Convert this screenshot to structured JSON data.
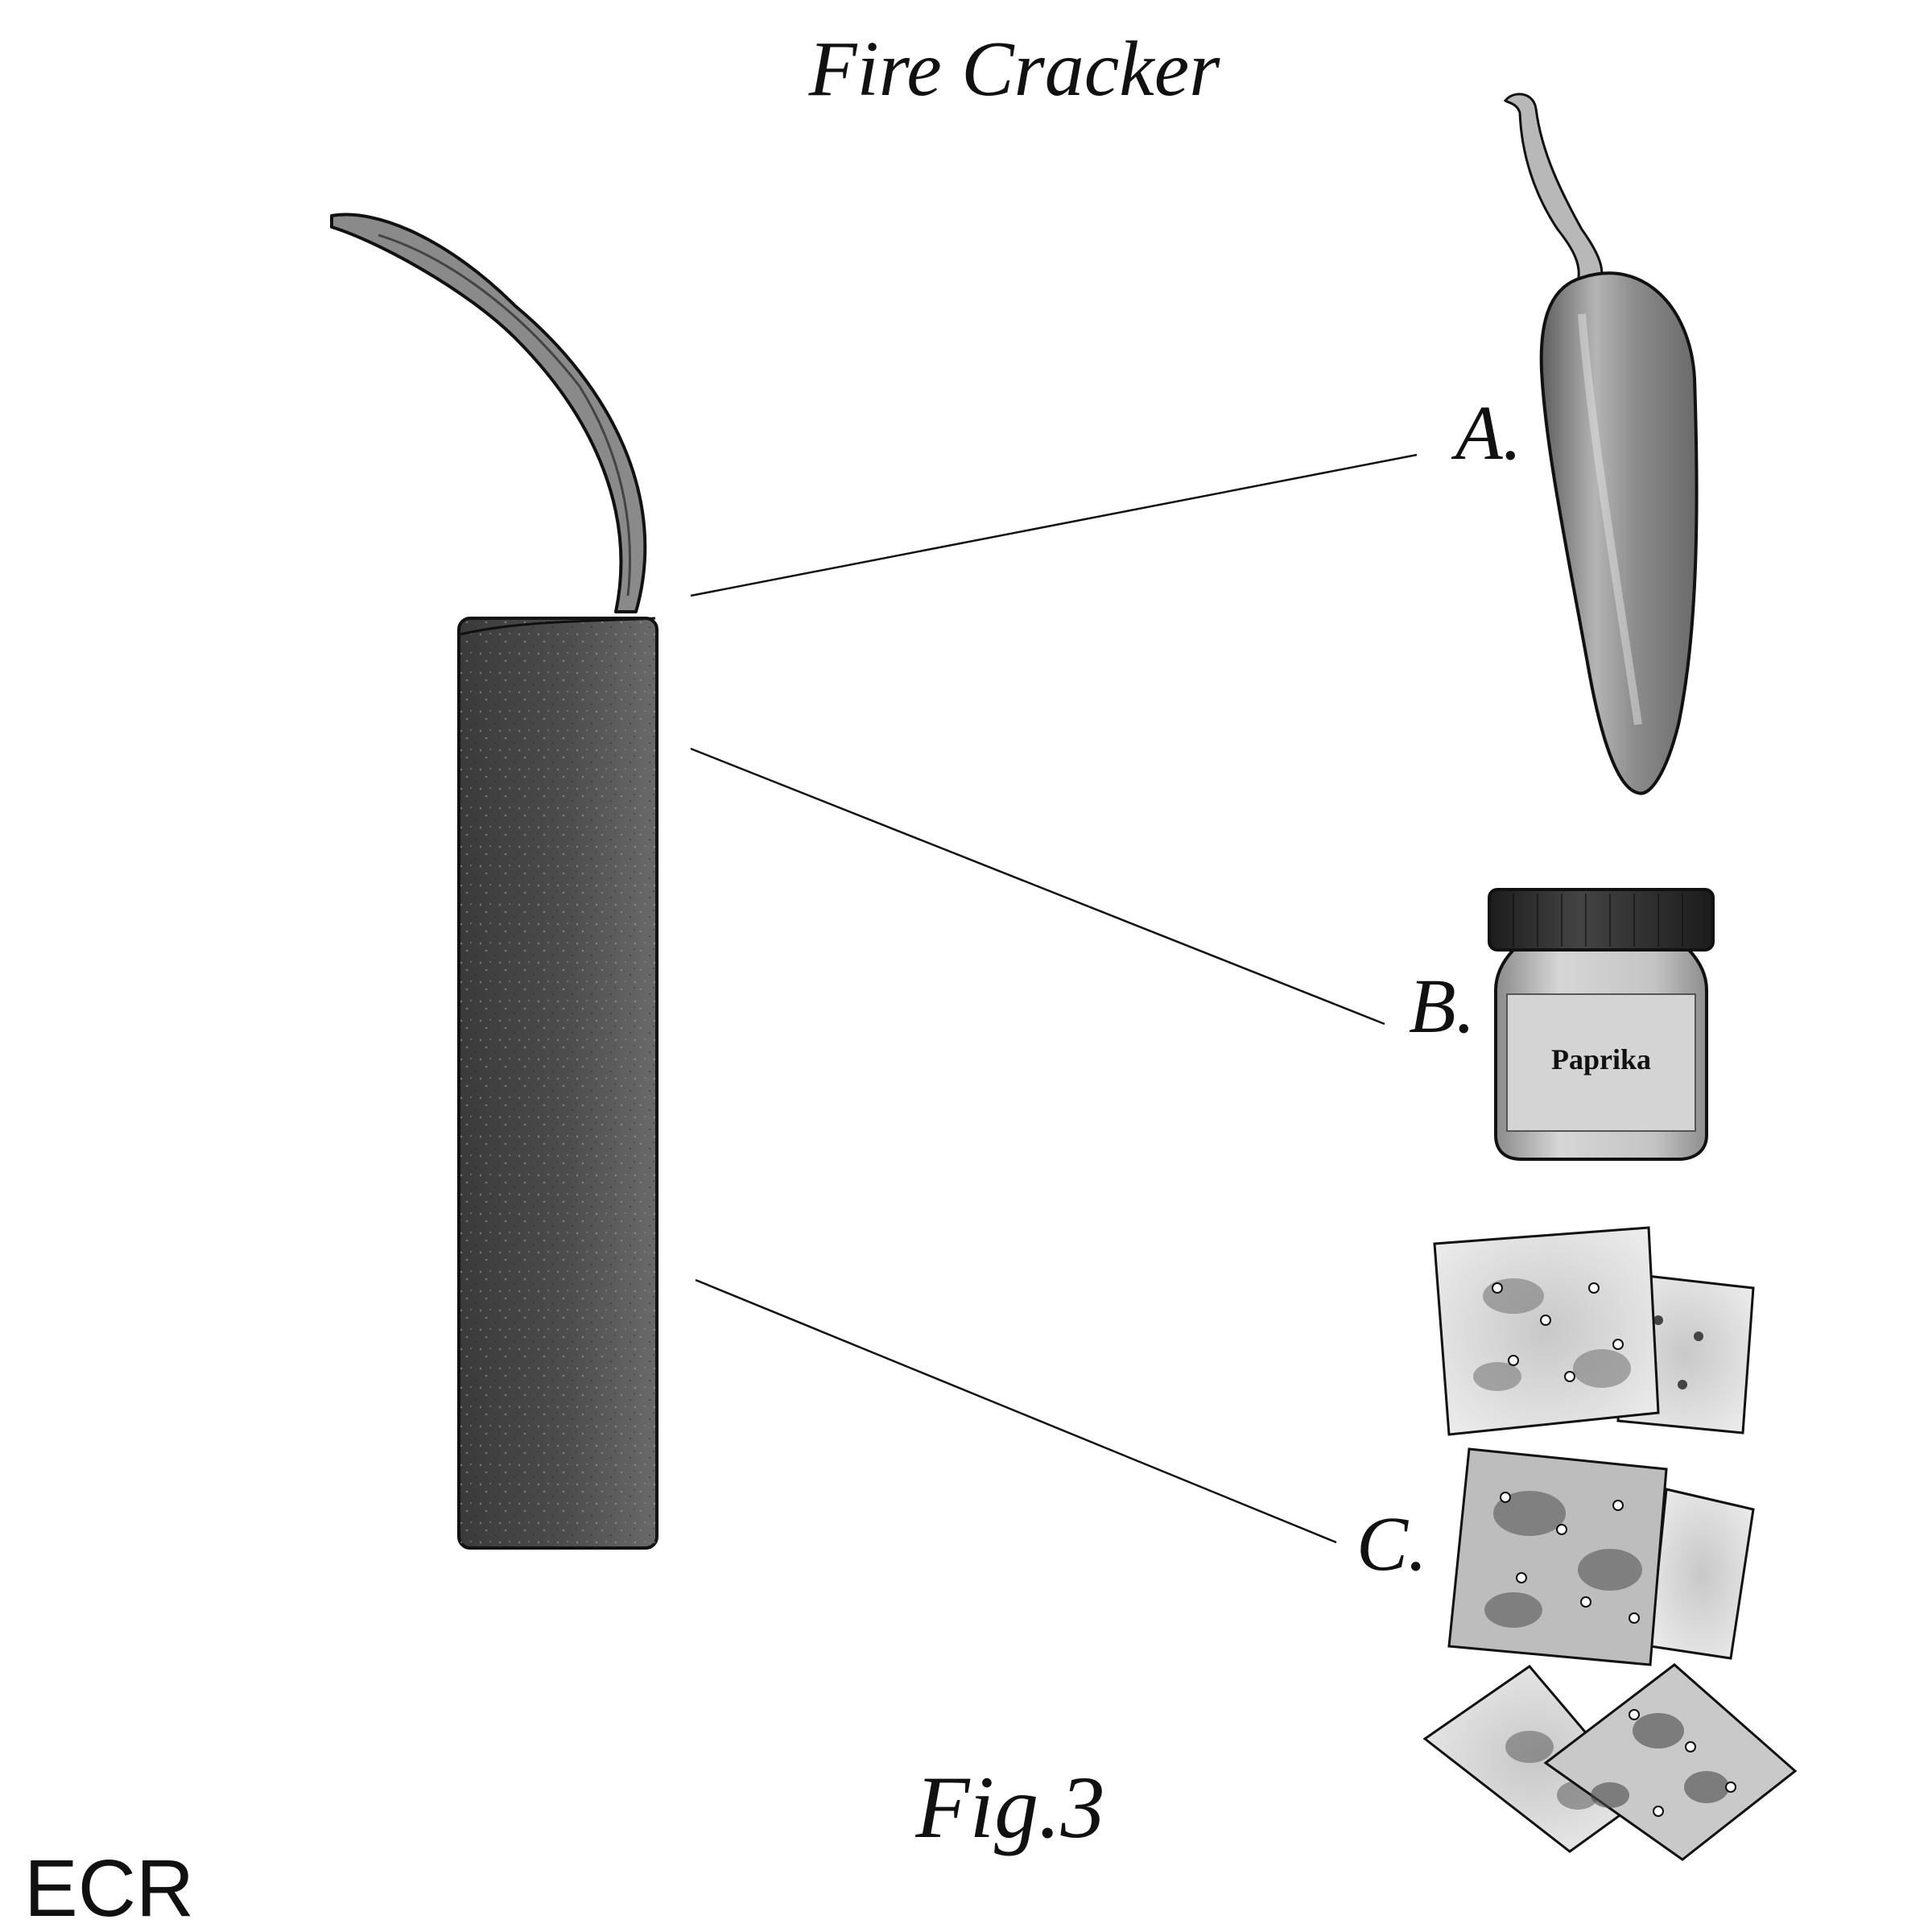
{
  "title": "Fire Cracker",
  "caption": "Fig.3",
  "signature": "ECR",
  "callouts": [
    {
      "letter": "A.",
      "item": "jalapeno-pepper"
    },
    {
      "letter": "B.",
      "item": "paprika-jar"
    },
    {
      "letter": "C.",
      "item": "saltine-crackers"
    }
  ],
  "jar": {
    "label": "Paprika"
  },
  "colors": {
    "ink": "#111111",
    "firecracker_body": "#4a4a4a",
    "pepper": "#9a9a9a",
    "jar_lid": "#2a2a2a",
    "cracker": "#d9d9d9"
  }
}
